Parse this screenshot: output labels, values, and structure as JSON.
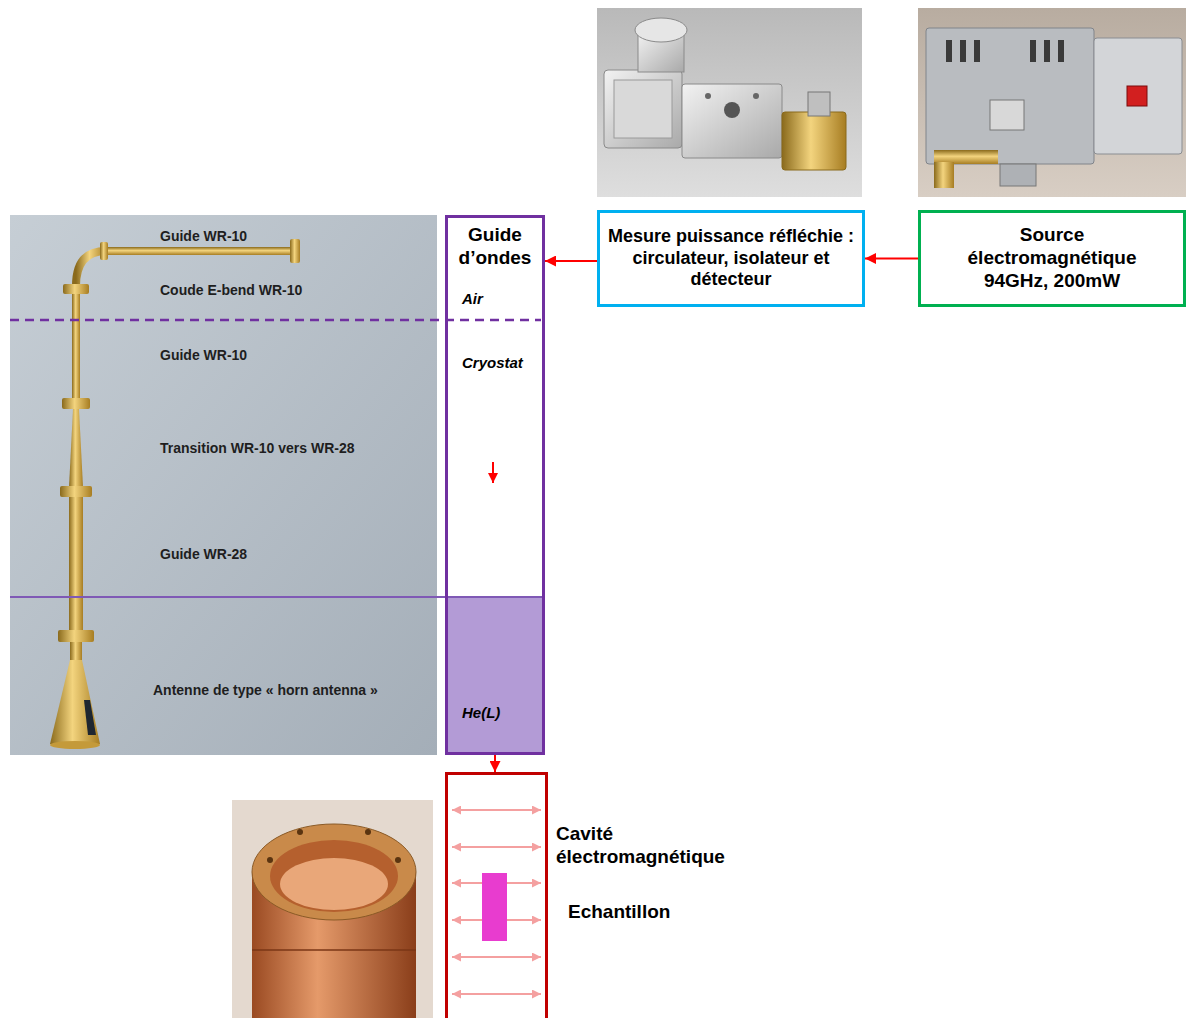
{
  "diagram": {
    "nodes": [
      {
        "text": [
          "Guide d’ondes",
          "Air",
          "Cryostat",
          "He(L)"
        ]
      },
      {
        "text": [
          "Mesure puissance réfléchie : circulateur, isolateur et détecteur"
        ]
      },
      {
        "text": [
          "Source électromagnétique 94GHz, 200mW"
        ]
      },
      {
        "text": [
          "Cavité électromagnétique",
          "Echantillon"
        ]
      }
    ],
    "edges": [
      {
        "from": 2,
        "to": 1,
        "arrow": "to"
      },
      {
        "from": 1,
        "to": 0,
        "arrow": "to"
      },
      {
        "from": 0,
        "to": 3,
        "arrow": "to"
      }
    ],
    "labels": [
      "Guide WR-10",
      "Coude E-bend WR-10",
      "Guide WR-10",
      "Transition WR-10 vers WR-28",
      "Guide WR-28",
      "Antenne de type « horn antenna »"
    ]
  }
}
